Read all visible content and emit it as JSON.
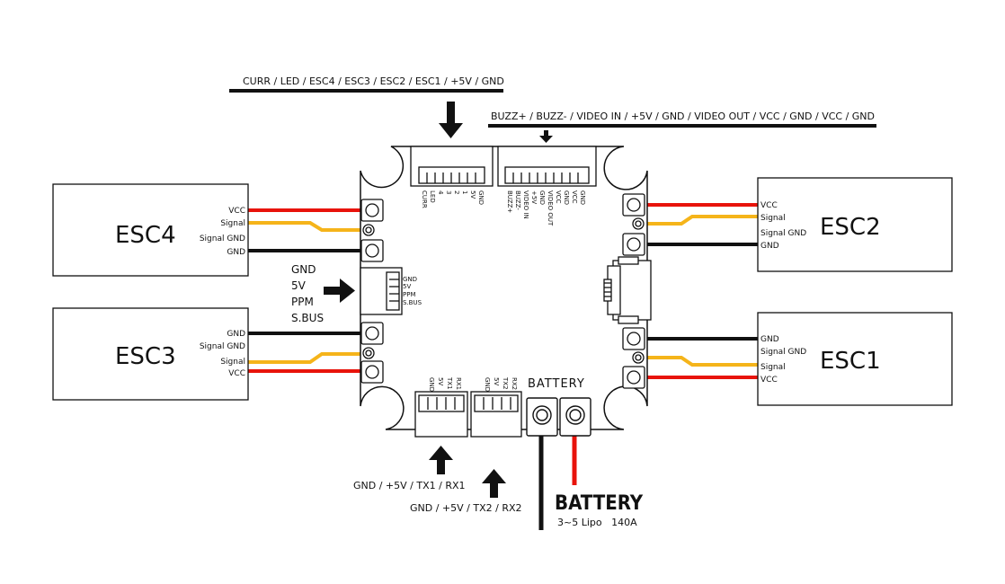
{
  "colors": {
    "vcc": "#e8130b",
    "signal": "#f5b41a",
    "gnd": "#111111",
    "outline": "#111111",
    "background": "#ffffff"
  },
  "esc4": {
    "title": "ESC4",
    "pins": [
      "VCC",
      "Signal",
      "Signal GND",
      "GND"
    ]
  },
  "esc3": {
    "title": "ESC3",
    "pins": [
      "GND",
      "Signal GND",
      "Signal",
      "VCC"
    ]
  },
  "esc2": {
    "title": "ESC2",
    "pins": [
      "VCC",
      "Signal",
      "Signal GND",
      "GND"
    ]
  },
  "esc1": {
    "title": "ESC1",
    "pins": [
      "GND",
      "Signal GND",
      "Signal",
      "VCC"
    ]
  },
  "top_header": {
    "label": "CURR / LED / ESC4 / ESC3 / ESC2 / ESC1 / +5V / GND",
    "pins": [
      "CURR",
      "LED",
      "4",
      "3",
      "2",
      "1",
      "5V",
      "GND"
    ]
  },
  "video_header": {
    "label": "BUZZ+ / BUZZ- / VIDEO IN / +5V / GND / VIDEO OUT / VCC / GND / VCC / GND",
    "pins": [
      "BUZZ+",
      "BUZZ-",
      "VIDEO IN",
      "+5V",
      "GND",
      "VIDEO OUT",
      "VCC",
      "GND",
      "VCC",
      "GND"
    ]
  },
  "rc_input": {
    "labels": [
      "GND",
      "5V",
      "PPM",
      "S.BUS"
    ],
    "pins": [
      "GND",
      "5V",
      "PPM",
      "S.BUS"
    ]
  },
  "uart1": {
    "label": "GND / +5V / TX1 / RX1",
    "pins": [
      "GND",
      "5V",
      "TX1",
      "RX1"
    ]
  },
  "uart2": {
    "label": "GND / +5V / TX2 / RX2",
    "pins": [
      "GND",
      "5V",
      "TX2",
      "RX2"
    ]
  },
  "battery": {
    "board_label": "BATTERY",
    "title": "BATTERY",
    "spec": "3~5 Lipo   140A"
  }
}
